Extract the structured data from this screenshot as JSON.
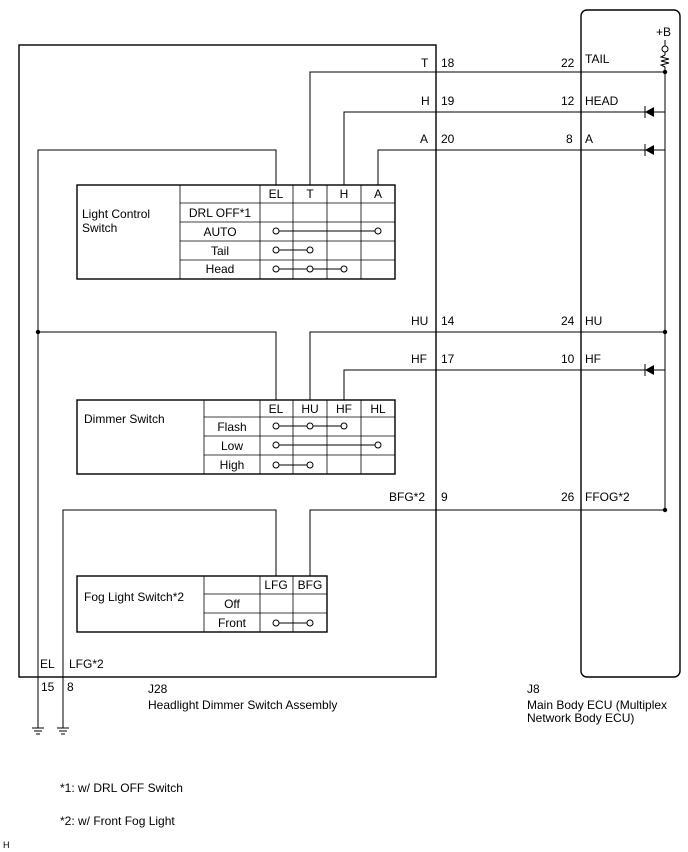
{
  "plus_b": "+B",
  "wires": {
    "tail": {
      "sig_l": "T",
      "pin_l": "18",
      "pin_r": "22",
      "sig_r": "TAIL"
    },
    "head": {
      "sig_l": "H",
      "pin_l": "19",
      "pin_r": "12",
      "sig_r": "HEAD"
    },
    "a": {
      "sig_l": "A",
      "pin_l": "20",
      "pin_r": "8",
      "sig_r": "A"
    },
    "hu": {
      "sig_l": "HU",
      "pin_l": "14",
      "pin_r": "24",
      "sig_r": "HU"
    },
    "hf": {
      "sig_l": "HF",
      "pin_l": "17",
      "pin_r": "10",
      "sig_r": "HF"
    },
    "bfg": {
      "sig_l": "BFG*2",
      "pin_l": "9",
      "pin_r": "26",
      "sig_r": "FFOG*2"
    }
  },
  "light_control": {
    "label_1": "Light Control",
    "label_2": "Switch",
    "cols": [
      "EL",
      "T",
      "H",
      "A"
    ],
    "rows": [
      "DRL OFF*1",
      "AUTO",
      "Tail",
      "Head"
    ]
  },
  "dimmer": {
    "label": "Dimmer Switch",
    "cols": [
      "EL",
      "HU",
      "HF",
      "HL"
    ],
    "rows": [
      "Flash",
      "Low",
      "High"
    ]
  },
  "fog": {
    "label": "Fog Light Switch*2",
    "cols": [
      "LFG",
      "BFG"
    ],
    "rows": [
      "Off",
      "Front"
    ]
  },
  "ground": {
    "el": {
      "sig": "EL",
      "pin": "15"
    },
    "lfg": {
      "sig": "LFG*2",
      "pin": "8"
    }
  },
  "j28": {
    "code": "J28",
    "name": "Headlight Dimmer Switch Assembly"
  },
  "j8": {
    "code": "J8",
    "name_1": "Main Body ECU (Multiplex",
    "name_2": "Network Body ECU)"
  },
  "notes": [
    "*1: w/ DRL OFF Switch",
    "*2: w/ Front Fog Light"
  ],
  "footer_code": "H"
}
